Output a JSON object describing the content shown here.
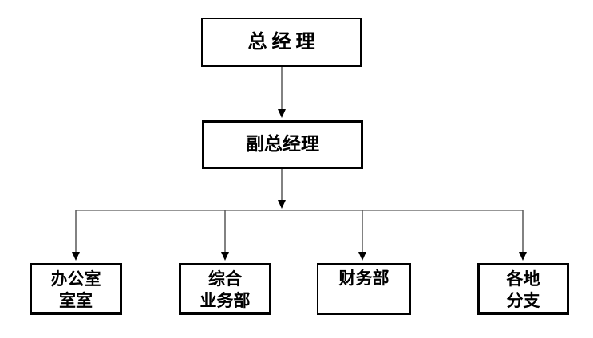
{
  "diagram": {
    "type": "org-chart",
    "root": {
      "label": "总 经 理"
    },
    "deputy": {
      "label": "副总经理"
    },
    "departments": [
      {
        "lines": [
          "办公室",
          "室室"
        ]
      },
      {
        "lines": [
          "综合",
          "业务部"
        ]
      },
      {
        "lines": [
          "财务部",
          ""
        ]
      },
      {
        "lines": [
          "各地",
          "分支"
        ]
      }
    ]
  },
  "colors": {
    "background": "#ffffff",
    "box_border": "#000000",
    "text": "#000000",
    "connector_line": "#595959",
    "arrowhead": "#000000"
  }
}
